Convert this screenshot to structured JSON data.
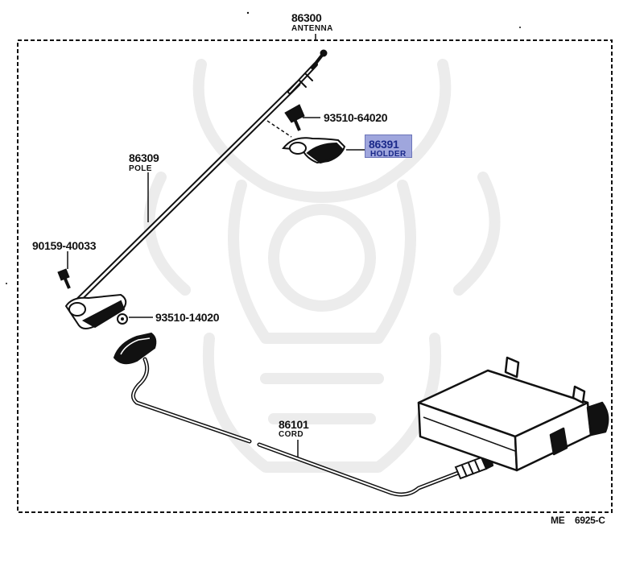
{
  "parts": [
    {
      "id": "antenna",
      "number": "86300",
      "name": "ANTENNA"
    },
    {
      "id": "holder",
      "number": "86391",
      "name": "HOLDER",
      "highlighted": true
    },
    {
      "id": "screw-top",
      "number": "93510-64020"
    },
    {
      "id": "pole",
      "number": "86309",
      "name": "POLE"
    },
    {
      "id": "bolt",
      "number": "90159-40033"
    },
    {
      "id": "screw-base",
      "number": "93510-14020"
    },
    {
      "id": "cord",
      "number": "86101",
      "name": "CORD"
    }
  ],
  "diagram_code": {
    "prefix": "ME",
    "code": "6925-C"
  },
  "colors": {
    "ink": "#111111",
    "highlight": "#9fa6dd",
    "highlight_text": "#1b2a8a",
    "watermark": "#ececec"
  }
}
